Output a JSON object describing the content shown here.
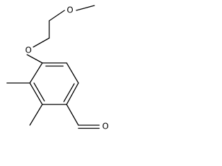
{
  "structure": {
    "atoms": {
      "ether_oxygen_top": "O",
      "ether_oxygen_ring": "O",
      "aldehyde_oxygen": "O"
    }
  }
}
